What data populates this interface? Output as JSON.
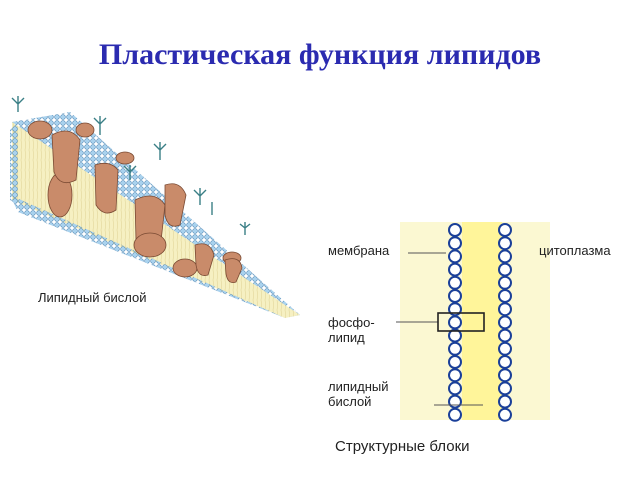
{
  "slide": {
    "title": "Пластическая функция липидов"
  },
  "left_figure": {
    "caption": "Липидный бислой"
  },
  "right_figure": {
    "membrane_label": "мембрана",
    "cytoplasm_label": "цитоплазма",
    "phospholipid_label_line1": "фосфо-",
    "phospholipid_label_line2": "липид",
    "bilayer_label_line1": "липидный",
    "bilayer_label_line2": "бислой",
    "caption": "Структурные блоки"
  },
  "colors": {
    "title": "#2b2bb0",
    "membrane_fill": "#f6f0c2",
    "protein": "#c98b6a",
    "head": "#a9d2ee",
    "yellow_band": "#fff59a",
    "circle_stroke": "#1a3f99"
  }
}
